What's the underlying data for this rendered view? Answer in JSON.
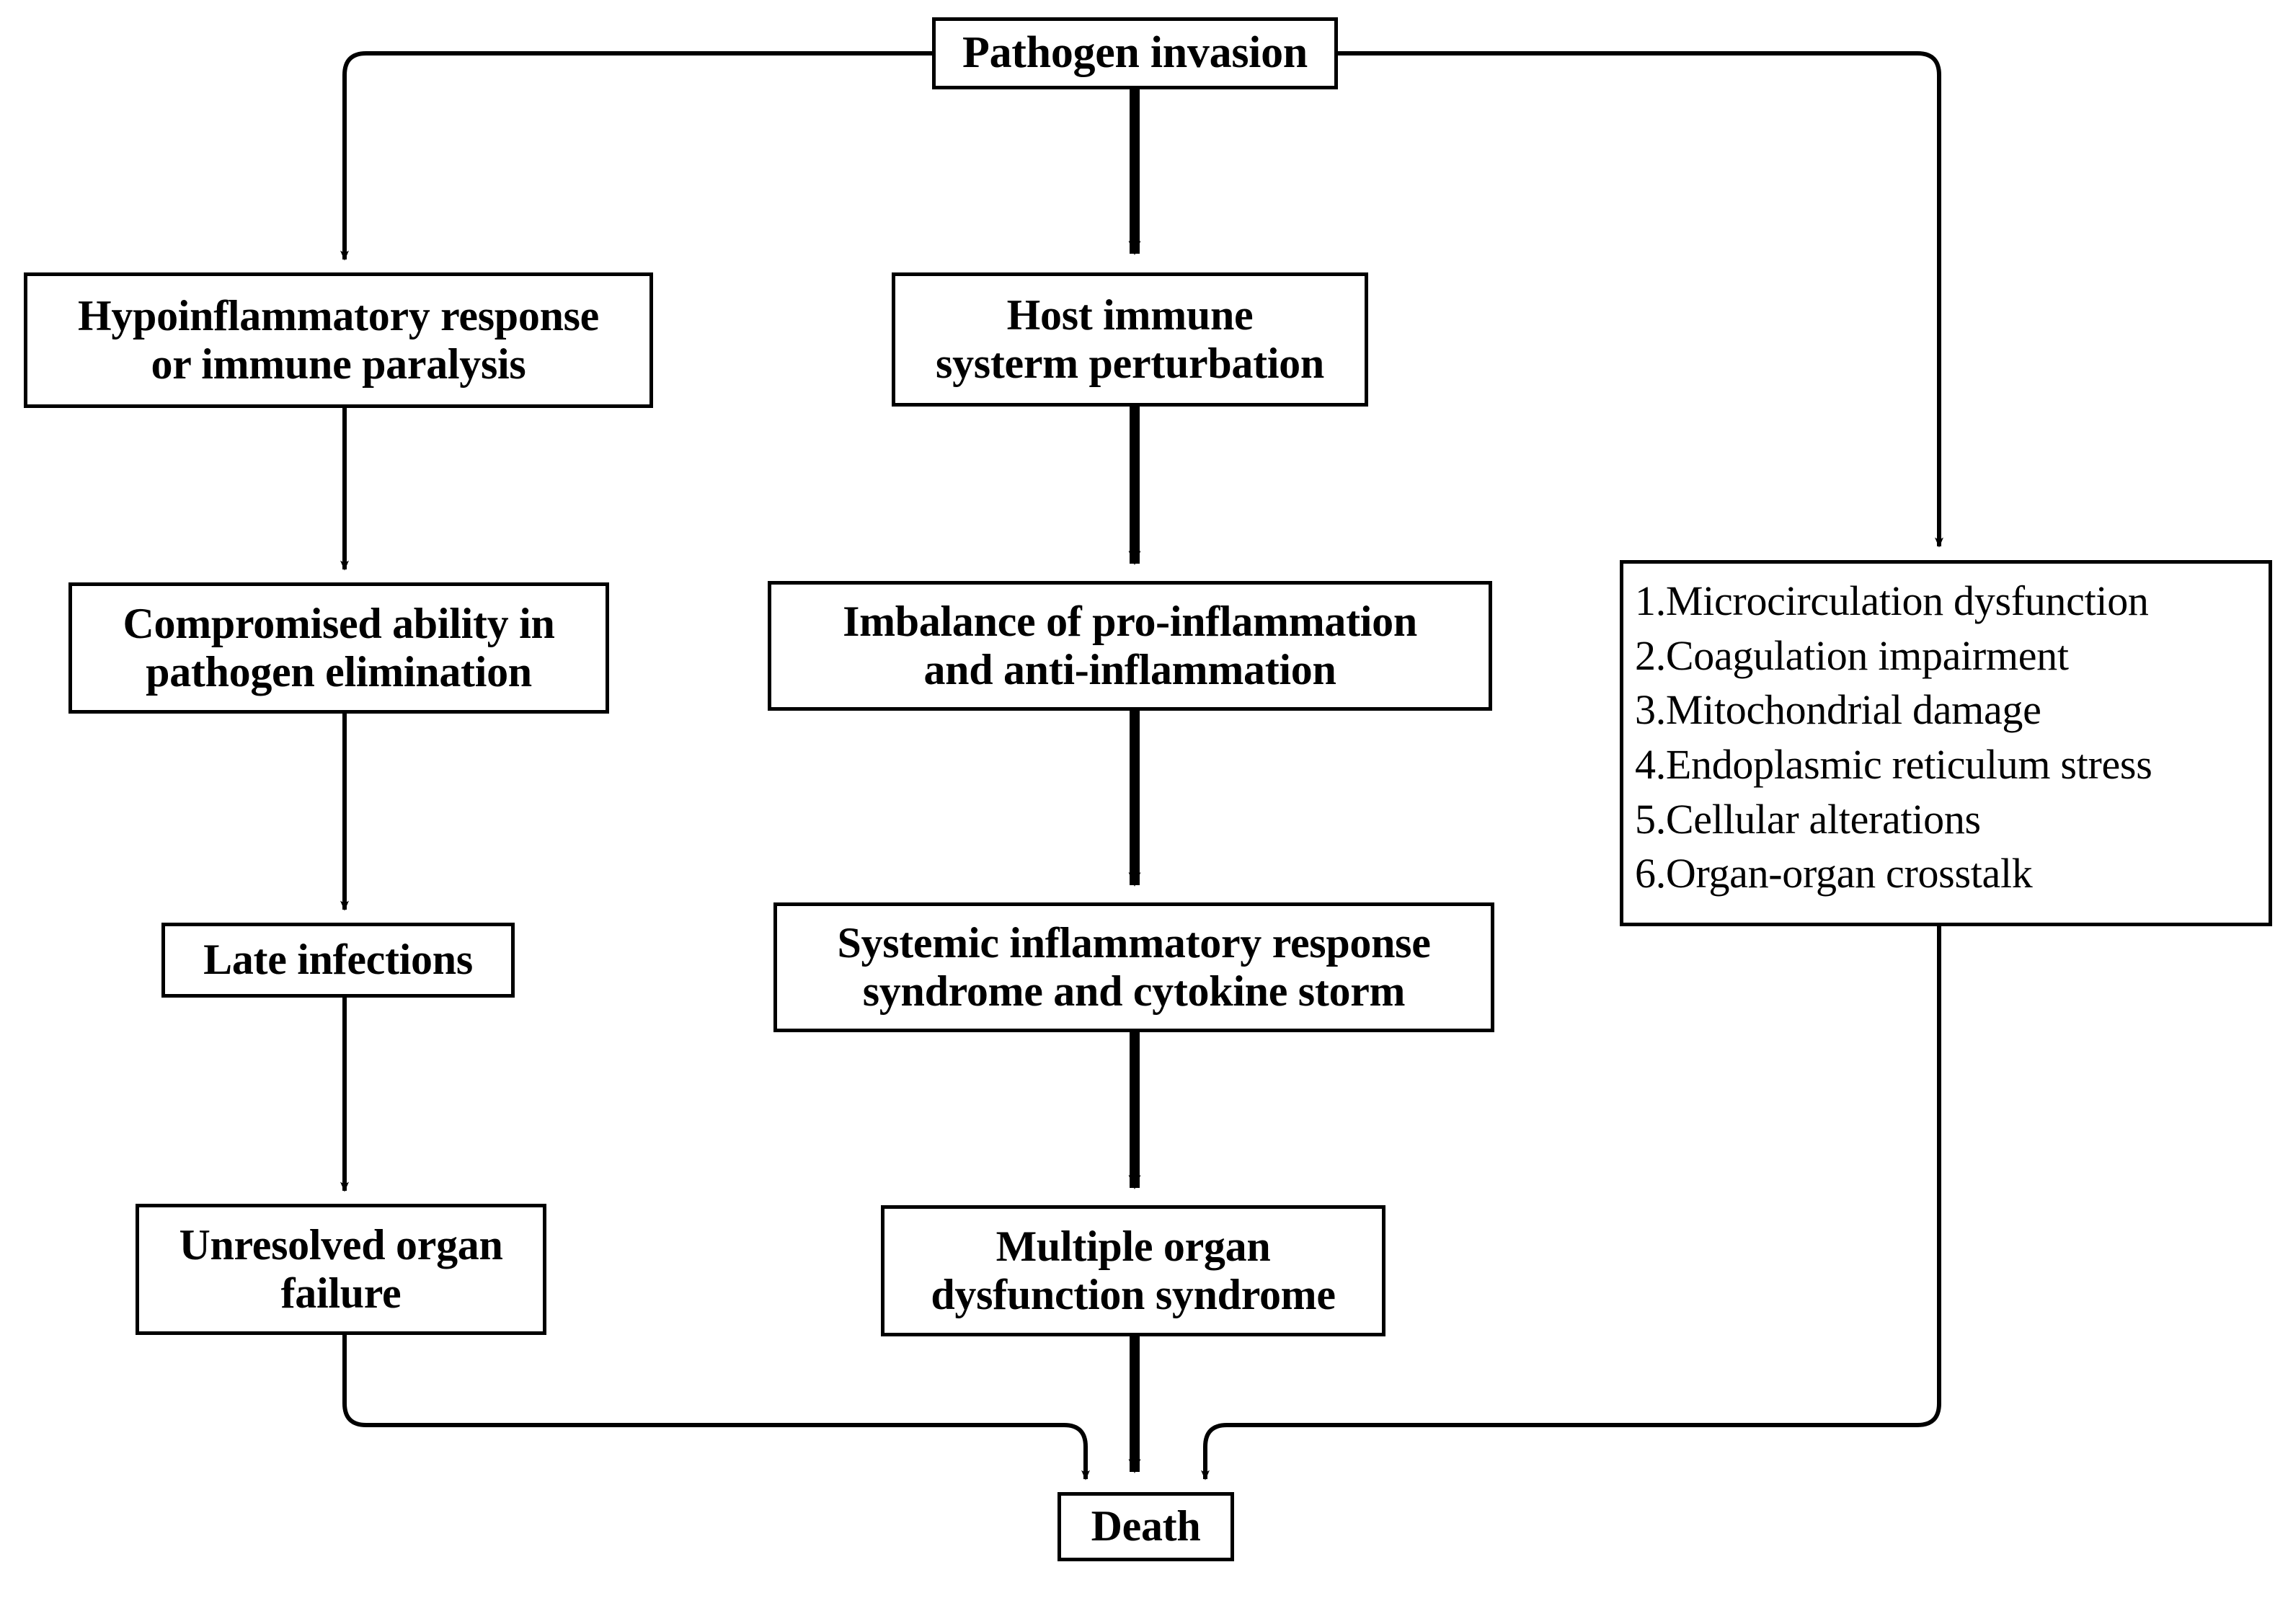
{
  "diagram": {
    "title": "Pathophysiology of sepsis flowchart",
    "line_color": "#000000",
    "background": "#ffffff",
    "nodes": {
      "pathogen_invasion": "Pathogen invasion",
      "hypoinflammatory": "Hypoinflammatory response\nor immune paralysis",
      "host_immune": "Host immune\nsysterm perturbation",
      "compromised_ability": "Compromised ability in\npathogen elimination",
      "imbalance": "Imbalance of pro-inflammation\nand anti-inflammation",
      "late_infections": "Late infections",
      "sirs": "Systemic inflammatory response\nsyndrome and cytokine storm",
      "unresolved_organ_failure": "Unresolved organ\nfailure",
      "mods": "Multiple organ\ndysfunction syndrome",
      "death": "Death"
    },
    "mechanism_list": {
      "items": [
        "1.Microcirculation dysfunction",
        "2.Coagulation impairment",
        "3.Mitochondrial damage",
        "4.Endoplasmic reticulum stress",
        "5.Cellular alterations",
        "6.Organ-organ crosstalk"
      ]
    },
    "edges": [
      {
        "from": "pathogen_invasion",
        "to": "hypoinflammatory",
        "style": "thin-elbow-left"
      },
      {
        "from": "pathogen_invasion",
        "to": "host_immune",
        "style": "thick-straight"
      },
      {
        "from": "pathogen_invasion",
        "to": "mechanism_list",
        "style": "thin-elbow-right"
      },
      {
        "from": "hypoinflammatory",
        "to": "compromised_ability",
        "style": "thin-straight"
      },
      {
        "from": "host_immune",
        "to": "imbalance",
        "style": "thick-straight"
      },
      {
        "from": "compromised_ability",
        "to": "late_infections",
        "style": "thin-straight"
      },
      {
        "from": "imbalance",
        "to": "sirs",
        "style": "thick-straight"
      },
      {
        "from": "late_infections",
        "to": "unresolved_organ_failure",
        "style": "thin-straight"
      },
      {
        "from": "sirs",
        "to": "mods",
        "style": "thick-straight"
      },
      {
        "from": "unresolved_organ_failure",
        "to": "death",
        "style": "thin-elbow"
      },
      {
        "from": "mods",
        "to": "death",
        "style": "thick-straight"
      },
      {
        "from": "mechanism_list",
        "to": "death",
        "style": "thin-elbow"
      }
    ]
  }
}
